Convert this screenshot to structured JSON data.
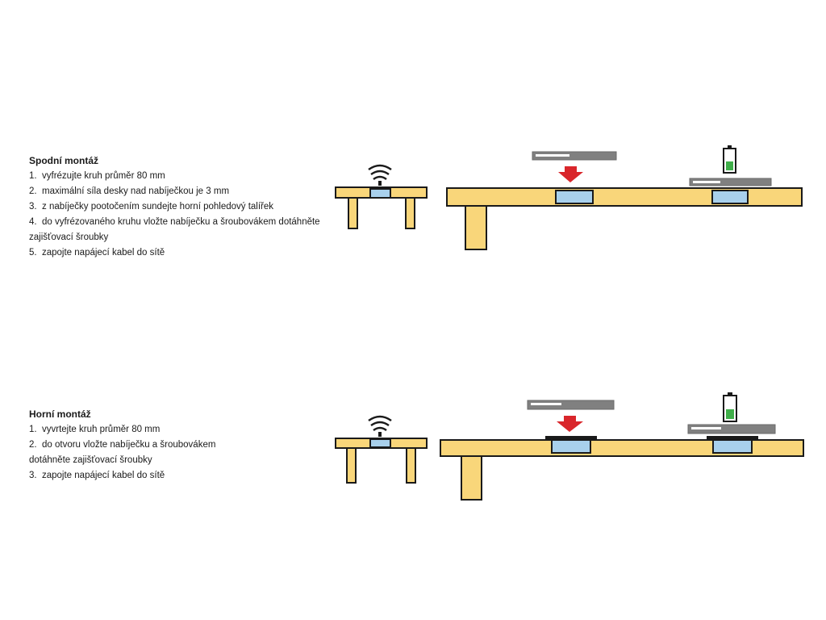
{
  "colors": {
    "wood": "#f9d67a",
    "outline": "#1a1a1a",
    "charger": "#a8d0ec",
    "arrow": "#d9262b",
    "phone": "#808080",
    "phone_highlight": "#ffffff",
    "battery_fill": "#3fae49",
    "icon": "#1a1a1a"
  },
  "bottom_mount": {
    "title": "Spodní montáž",
    "steps": [
      {
        "num": "1.",
        "text": "vyfrézujte kruh průměr 80 mm"
      },
      {
        "num": "2.",
        "text": "maximální síla desky nad nabíječkou je 3 mm"
      },
      {
        "num": "3.",
        "text": "z nabíječky pootočením sundejte horní pohledový talířek"
      },
      {
        "num": "4.",
        "text": "do vyfrézovaného kruhu vložte nabíječku a šroubovákem dotáhněte"
      },
      {
        "num": "",
        "text": "zajišťovací šroubky"
      },
      {
        "num": "5.",
        "text": "zapojte napájecí kabel do sítě"
      }
    ]
  },
  "top_mount": {
    "title": "Horní montáž",
    "steps": [
      {
        "num": "1.",
        "text": "vyvrtejte kruh průměr 80 mm"
      },
      {
        "num": "2.",
        "text": "do otvoru vložte nabíječku a šroubovákem"
      },
      {
        "num": "",
        "text": "dotáhněte zajišťovací šroubky"
      },
      {
        "num": "3.",
        "text": "zapojte napájecí kabel do sítě"
      }
    ]
  },
  "icons": [
    "wireless-charging-icon",
    "arrow-down-icon",
    "battery-icon",
    "phone-icon"
  ]
}
